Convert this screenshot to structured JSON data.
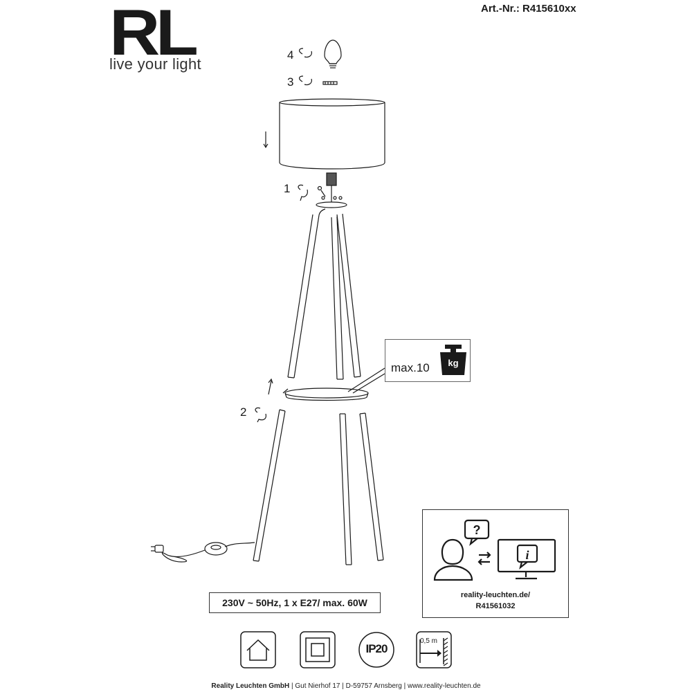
{
  "header": {
    "logo_text": "RL",
    "tagline": "live your light",
    "article_label": "Art.-Nr.:",
    "article_number": "R415610xx"
  },
  "steps": {
    "s1": "1",
    "s2": "2",
    "s3": "3",
    "s4": "4"
  },
  "weight_callout": {
    "label": "max.10",
    "unit": "kg"
  },
  "spec_text": "230V ~ 50Hz, 1 x E27/ max. 60W",
  "support": {
    "url_line1": "reality-leuchten.de/",
    "url_line2": "R41561032"
  },
  "symbols": {
    "ip_rating": "IP20",
    "distance": "0,5 m",
    "icons": [
      "indoor-use-icon",
      "protection-class-ii-icon",
      "ip20-icon",
      "minimum-distance-icon"
    ]
  },
  "footer": {
    "company": "Reality Leuchten GmbH",
    "street": "Gut Nierhof 17",
    "city": "D-59757 Arnsberg",
    "web": "www.reality-leuchten.de"
  }
}
